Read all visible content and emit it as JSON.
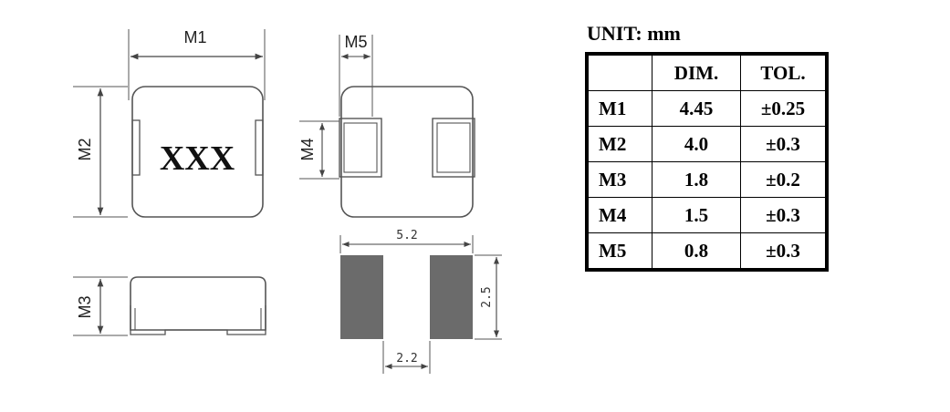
{
  "unit_title": "UNIT: mm",
  "table": {
    "headers": [
      "",
      "DIM.",
      "TOL."
    ],
    "rows": [
      [
        "M1",
        "4.45",
        "±0.25"
      ],
      [
        "M2",
        "4.0",
        "±0.3"
      ],
      [
        "M3",
        "1.8",
        "±0.2"
      ],
      [
        "M4",
        "1.5",
        "±0.3"
      ],
      [
        "M5",
        "0.8",
        "±0.3"
      ]
    ]
  },
  "diagram": {
    "top_view_marking": "XXX",
    "labels": {
      "m1": "M1",
      "m2": "M2",
      "m3": "M3",
      "m4": "M4",
      "m5": "M5",
      "pad_total_width": "5.2",
      "pad_height": "2.5",
      "pad_gap": "2.2"
    },
    "colors": {
      "outline": "#555555",
      "pad_fill": "#6b6b6b",
      "table_border": "#000000"
    }
  }
}
